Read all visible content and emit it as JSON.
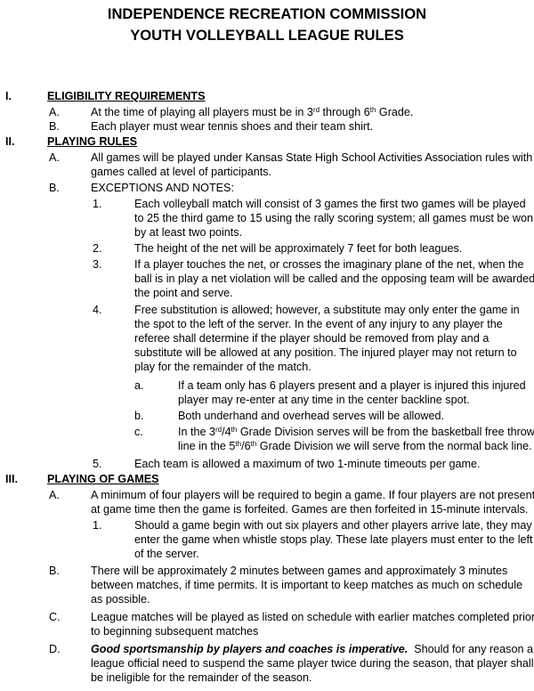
{
  "title_line1": "INDEPENDENCE RECREATION COMMISSION",
  "title_line2": "YOUTH VOLLEYBALL LEAGUE RULES",
  "sections": [
    {
      "numeral": "I.",
      "heading": "ELIGIBILITY REQUIREMENTS",
      "items": [
        {
          "marker": "A.",
          "text_parts": [
            "At the time of playing all players must be in 3",
            "rd",
            " through 6",
            "th",
            " Grade."
          ]
        },
        {
          "marker": "B.",
          "text": "Each player must wear tennis shoes and their team shirt."
        }
      ]
    },
    {
      "numeral": "II.",
      "heading": "PLAYING RULES",
      "items": [
        {
          "marker": "A.",
          "lines": [
            "All games will be played under Kansas State High School Activities Association rules with",
            "games called at level of participants."
          ]
        },
        {
          "marker": "B.",
          "text": "EXCEPTIONS AND NOTES:",
          "subitems": [
            {
              "marker": "1.",
              "lines": [
                "Each volleyball match will consist of 3 games the first two games will be played",
                "to 25 the third game to 15 using the rally scoring system; all games must be won",
                "by at least two points."
              ]
            },
            {
              "marker": "2.",
              "lines": [
                "The height of the net will be approximately 7 feet for both leagues."
              ]
            },
            {
              "marker": "3.",
              "lines": [
                "If a player touches the net, or crosses the imaginary plane of the net, when the",
                "ball is in play a net violation will be called and the opposing team will be awarded",
                "the point and serve."
              ]
            },
            {
              "marker": "4.",
              "lines": [
                "Free substitution is allowed; however, a substitute may only enter the game in",
                "the spot to the left of the server.  In the event of any injury to any player the",
                "referee shall determine if the player should be removed from play and a",
                "substitute will be allowed at any position.  The injured player may not return to",
                "play for the remainder of the match."
              ],
              "subitems": [
                {
                  "marker": "a.",
                  "lines": [
                    "If a team only has 6 players present and a player is injured this injured",
                    "player may re-enter at any time in the center backline spot."
                  ]
                },
                {
                  "marker": "b.",
                  "lines": [
                    "Both underhand and overhead serves will be allowed."
                  ]
                },
                {
                  "marker": "c.",
                  "line1_parts": [
                    "In the 3",
                    "rd",
                    "/4",
                    "th",
                    " Grade Division serves will be from the basketball free throw"
                  ],
                  "line2_parts": [
                    "line in the 5",
                    "th",
                    "/6",
                    "th",
                    " Grade Division we will serve from the normal back line."
                  ]
                }
              ]
            },
            {
              "marker": "5.",
              "lines": [
                "Each team is allowed a maximum of two 1-minute timeouts per game."
              ]
            }
          ]
        }
      ]
    },
    {
      "numeral": "III.",
      "heading": "PLAYING OF GAMES",
      "items": [
        {
          "marker": "A.",
          "lines": [
            "A minimum of four players will be required to begin a game. If four players are not present",
            "at game time then the game is forfeited.  Games are then forfeited in 15-minute intervals."
          ],
          "subitems": [
            {
              "marker": "1.",
              "lines": [
                "Should a game begin with out six players and other players arrive late, they may",
                "enter the game when whistle stops play.  These late players must enter to the left",
                "of the server."
              ]
            }
          ]
        },
        {
          "marker": "B.",
          "lines": [
            "There will be approximately 2 minutes between games and approximately 3 minutes",
            "between matches, if time permits.  It is important to keep matches as much on schedule",
            "as possible."
          ]
        },
        {
          "marker": "C.",
          "lines": [
            "League matches will be played as listed on schedule with earlier matches completed prior",
            "to beginning subsequent matches"
          ]
        },
        {
          "marker": "D.",
          "emphasis": "Good sportsmanship by players and coaches is imperative.",
          "line1_rest": "  Should for any reason a",
          "lines_after": [
            "league official need to suspend the same player twice during the season, that player shall",
            "be ineligible for the remainder of the season."
          ]
        }
      ]
    }
  ]
}
